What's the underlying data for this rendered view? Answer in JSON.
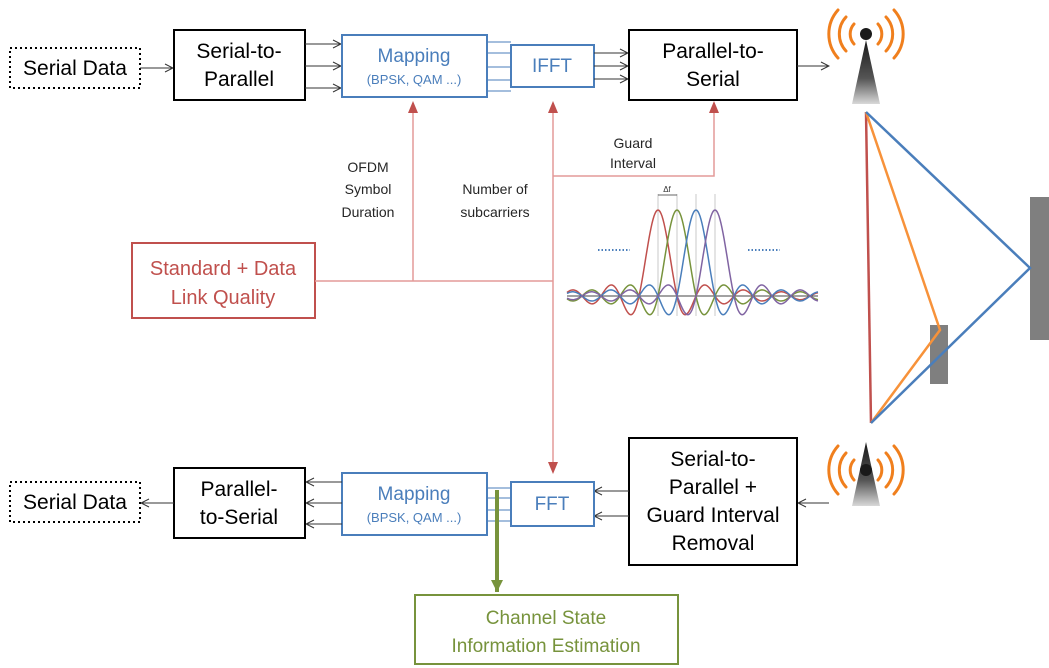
{
  "tx": {
    "serial_data": "Serial Data",
    "s2p": [
      "Serial-to-",
      "Parallel"
    ],
    "mapping": "Mapping",
    "mapping_sub": "(BPSK, QAM ...)",
    "ifft": "IFFT",
    "p2s": [
      "Parallel-to-",
      "Serial"
    ]
  },
  "control": {
    "standard": [
      "Standard + Data",
      "Link Quality"
    ],
    "ofdm_duration": [
      "OFDM",
      "Symbol",
      "Duration"
    ],
    "num_subcarriers": [
      "Number of",
      "subcarriers"
    ],
    "guard_interval": [
      "Guard",
      "Interval"
    ],
    "delta_f": "Δf"
  },
  "rx": {
    "serial_data": "Serial Data",
    "p2s": [
      "Parallel-",
      "to-Serial"
    ],
    "mapping": "Mapping",
    "mapping_sub": "(BPSK, QAM ...)",
    "fft": "FFT",
    "s2p": [
      "Serial-to-",
      "Parallel +",
      "Guard Interval",
      "Removal"
    ]
  },
  "channel": [
    "Channel State",
    "Information Estimation"
  ],
  "colors": {
    "black": "#000000",
    "blue": "#4a7ebb",
    "red": "#c0504d",
    "green": "#77933c",
    "orange": "#f7923a",
    "antenna_orange": "#f07f1d",
    "obstacle_gray": "#7f7f7f"
  }
}
